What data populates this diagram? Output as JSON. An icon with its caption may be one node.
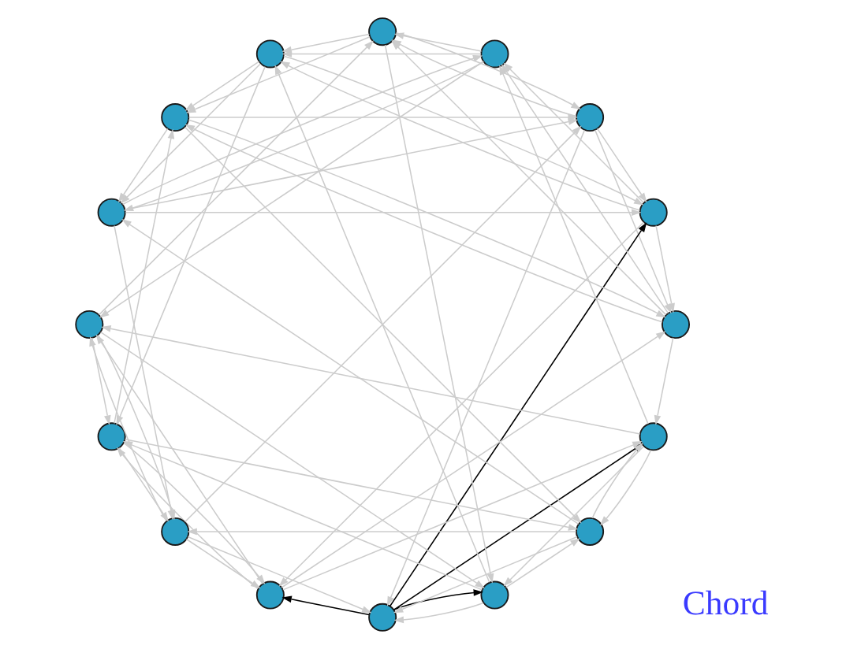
{
  "diagram": {
    "nodes": [
      {
        "text": [],
        "shape": "circle"
      },
      {
        "text": [],
        "shape": "circle"
      },
      {
        "text": [],
        "shape": "circle"
      },
      {
        "text": [],
        "shape": "circle"
      },
      {
        "text": [],
        "shape": "circle"
      },
      {
        "text": [],
        "shape": "circle"
      },
      {
        "text": [],
        "shape": "circle"
      },
      {
        "text": [],
        "shape": "circle"
      },
      {
        "text": [],
        "shape": "circle"
      },
      {
        "text": [],
        "shape": "circle"
      },
      {
        "text": [],
        "shape": "circle"
      },
      {
        "text": [],
        "shape": "circle"
      },
      {
        "text": [],
        "shape": "circle"
      },
      {
        "text": [],
        "shape": "circle"
      },
      {
        "text": [],
        "shape": "circle"
      },
      {
        "text": [],
        "shape": "circle"
      }
    ],
    "edges": [
      {
        "from": 0,
        "to": 1,
        "arrow": "to"
      },
      {
        "from": 0,
        "to": 2,
        "arrow": "to"
      },
      {
        "from": 0,
        "to": 4,
        "arrow": "to"
      },
      {
        "from": 0,
        "to": 8,
        "arrow": "to"
      },
      {
        "from": 1,
        "to": 2,
        "arrow": "to",
        "color": "#000000"
      },
      {
        "from": 1,
        "to": 3,
        "arrow": "to",
        "color": "#000000"
      },
      {
        "from": 1,
        "to": 5,
        "arrow": "to",
        "color": "#000000"
      },
      {
        "from": 1,
        "to": 9,
        "arrow": "to",
        "color": "#000000"
      },
      {
        "from": 2,
        "to": 3,
        "arrow": "to"
      },
      {
        "from": 2,
        "to": 4,
        "arrow": "to"
      },
      {
        "from": 2,
        "to": 6,
        "arrow": "to"
      },
      {
        "from": 2,
        "to": 10,
        "arrow": "to"
      },
      {
        "from": 3,
        "to": 4,
        "arrow": "to"
      },
      {
        "from": 3,
        "to": 5,
        "arrow": "to"
      },
      {
        "from": 3,
        "to": 7,
        "arrow": "to"
      },
      {
        "from": 3,
        "to": 11,
        "arrow": "to"
      },
      {
        "from": 4,
        "to": 5,
        "arrow": "to"
      },
      {
        "from": 4,
        "to": 6,
        "arrow": "to"
      },
      {
        "from": 4,
        "to": 8,
        "arrow": "to"
      },
      {
        "from": 4,
        "to": 12,
        "arrow": "to"
      },
      {
        "from": 5,
        "to": 6,
        "arrow": "to"
      },
      {
        "from": 5,
        "to": 7,
        "arrow": "to"
      },
      {
        "from": 5,
        "to": 9,
        "arrow": "to"
      },
      {
        "from": 5,
        "to": 13,
        "arrow": "to"
      },
      {
        "from": 6,
        "to": 7,
        "arrow": "to"
      },
      {
        "from": 6,
        "to": 8,
        "arrow": "to"
      },
      {
        "from": 6,
        "to": 10,
        "arrow": "to"
      },
      {
        "from": 6,
        "to": 14,
        "arrow": "to"
      },
      {
        "from": 7,
        "to": 8,
        "arrow": "to"
      },
      {
        "from": 7,
        "to": 9,
        "arrow": "to"
      },
      {
        "from": 7,
        "to": 11,
        "arrow": "to"
      },
      {
        "from": 7,
        "to": 15,
        "arrow": "to"
      },
      {
        "from": 8,
        "to": 9,
        "arrow": "to"
      },
      {
        "from": 8,
        "to": 10,
        "arrow": "to"
      },
      {
        "from": 8,
        "to": 12,
        "arrow": "to"
      },
      {
        "from": 8,
        "to": 0,
        "arrow": "to"
      },
      {
        "from": 9,
        "to": 10,
        "arrow": "to"
      },
      {
        "from": 9,
        "to": 11,
        "arrow": "to"
      },
      {
        "from": 9,
        "to": 13,
        "arrow": "to"
      },
      {
        "from": 9,
        "to": 1,
        "arrow": "to"
      },
      {
        "from": 10,
        "to": 11,
        "arrow": "to"
      },
      {
        "from": 10,
        "to": 12,
        "arrow": "to"
      },
      {
        "from": 10,
        "to": 14,
        "arrow": "to"
      },
      {
        "from": 10,
        "to": 2,
        "arrow": "to"
      },
      {
        "from": 11,
        "to": 12,
        "arrow": "to"
      },
      {
        "from": 11,
        "to": 13,
        "arrow": "to"
      },
      {
        "from": 11,
        "to": 15,
        "arrow": "to"
      },
      {
        "from": 11,
        "to": 3,
        "arrow": "to"
      },
      {
        "from": 12,
        "to": 13,
        "arrow": "to"
      },
      {
        "from": 12,
        "to": 14,
        "arrow": "to"
      },
      {
        "from": 12,
        "to": 0,
        "arrow": "to"
      },
      {
        "from": 12,
        "to": 4,
        "arrow": "to"
      },
      {
        "from": 13,
        "to": 14,
        "arrow": "to"
      },
      {
        "from": 13,
        "to": 15,
        "arrow": "to"
      },
      {
        "from": 13,
        "to": 1,
        "arrow": "to"
      },
      {
        "from": 13,
        "to": 5,
        "arrow": "to"
      },
      {
        "from": 14,
        "to": 15,
        "arrow": "to"
      },
      {
        "from": 14,
        "to": 0,
        "arrow": "to"
      },
      {
        "from": 14,
        "to": 2,
        "arrow": "to"
      },
      {
        "from": 14,
        "to": 6,
        "arrow": "to"
      },
      {
        "from": 15,
        "to": 0,
        "arrow": "to"
      },
      {
        "from": 15,
        "to": 1,
        "arrow": "to"
      },
      {
        "from": 15,
        "to": 3,
        "arrow": "to"
      },
      {
        "from": 15,
        "to": 7,
        "arrow": "to"
      }
    ],
    "labels": [
      "Chord"
    ]
  }
}
